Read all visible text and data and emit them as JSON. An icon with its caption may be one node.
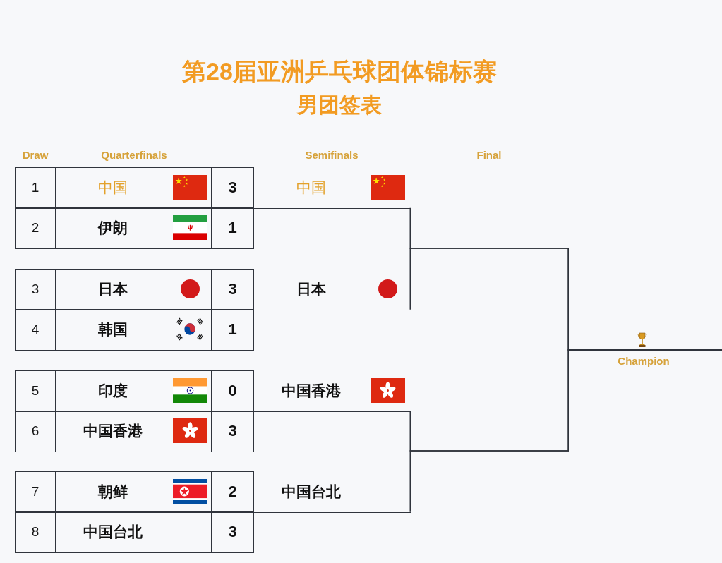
{
  "diagram": {
    "title": "第28届亚洲乒乓球团体锦标赛",
    "nodes": [
      {
        "text": [
          "1",
          "中国",
          "3"
        ]
      },
      {
        "text": [
          "2",
          "伊朗",
          "1"
        ]
      },
      {
        "text": [
          "3",
          "日本",
          "3"
        ]
      },
      {
        "text": [
          "4",
          "韩国",
          "1"
        ]
      },
      {
        "text": [
          "5",
          "印度",
          "0"
        ]
      },
      {
        "text": [
          "6",
          "中国香港",
          "3"
        ]
      },
      {
        "text": [
          "7",
          "朝鲜",
          "2"
        ]
      },
      {
        "text": [
          "8",
          "中国台北",
          "3"
        ]
      },
      {
        "text": [
          "中国"
        ]
      },
      {
        "text": [
          "日本"
        ]
      },
      {
        "text": [
          "中国香港"
        ]
      },
      {
        "text": [
          "中国台北"
        ]
      },
      {
        "text": [
          "Champion"
        ]
      }
    ],
    "edges": [
      {
        "from": 8,
        "to": 12,
        "arrow": "none"
      },
      {
        "from": 9,
        "to": 12,
        "arrow": "none"
      },
      {
        "from": 10,
        "to": 12,
        "arrow": "none"
      },
      {
        "from": 11,
        "to": 12,
        "arrow": "none"
      }
    ],
    "labels": [
      "男团签表",
      "Draw",
      "Quarterfinals",
      "Semifinals",
      "Final"
    ]
  }
}
